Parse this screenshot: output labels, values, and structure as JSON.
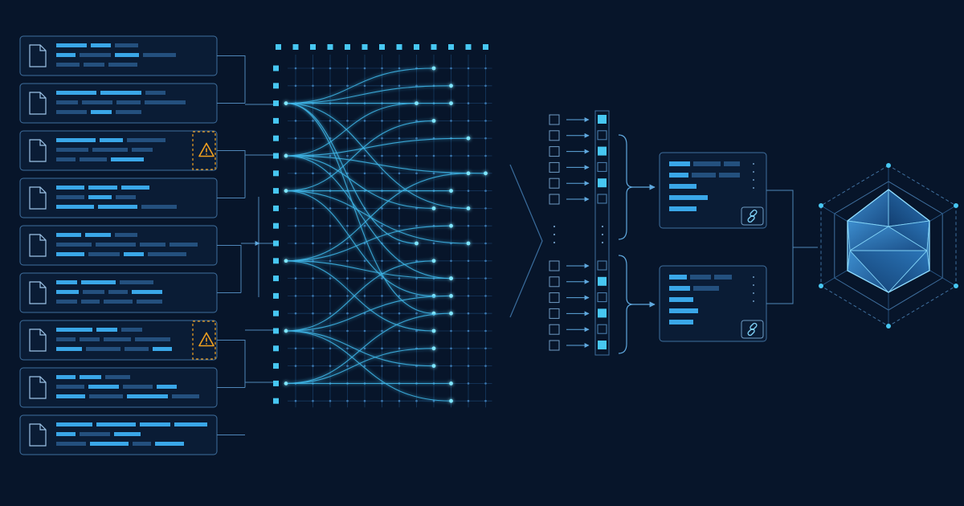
{
  "colors": {
    "background": "#07152a",
    "panel_border": "#3f6f9e",
    "bar_bright": "#3aa7e8",
    "bar_dim": "#24507e",
    "accent": "#47c7f2",
    "glow": "#7fe6ff",
    "warning": "#f0a020"
  },
  "documents": {
    "count": 9,
    "warning_rows": [
      2,
      6
    ],
    "icon": "document-icon",
    "warning_icon": "warning-triangle-icon"
  },
  "matrix": {
    "rows": 20,
    "cols": 12
  },
  "selector": {
    "upper_flags": [
      1,
      0,
      1,
      0,
      1,
      0
    ],
    "lower_flags": [
      0,
      1,
      0,
      1,
      0,
      1
    ]
  },
  "outputs": {
    "count": 2,
    "icon": "link-icon"
  },
  "result": {
    "icon": "icosahedron-icon"
  }
}
